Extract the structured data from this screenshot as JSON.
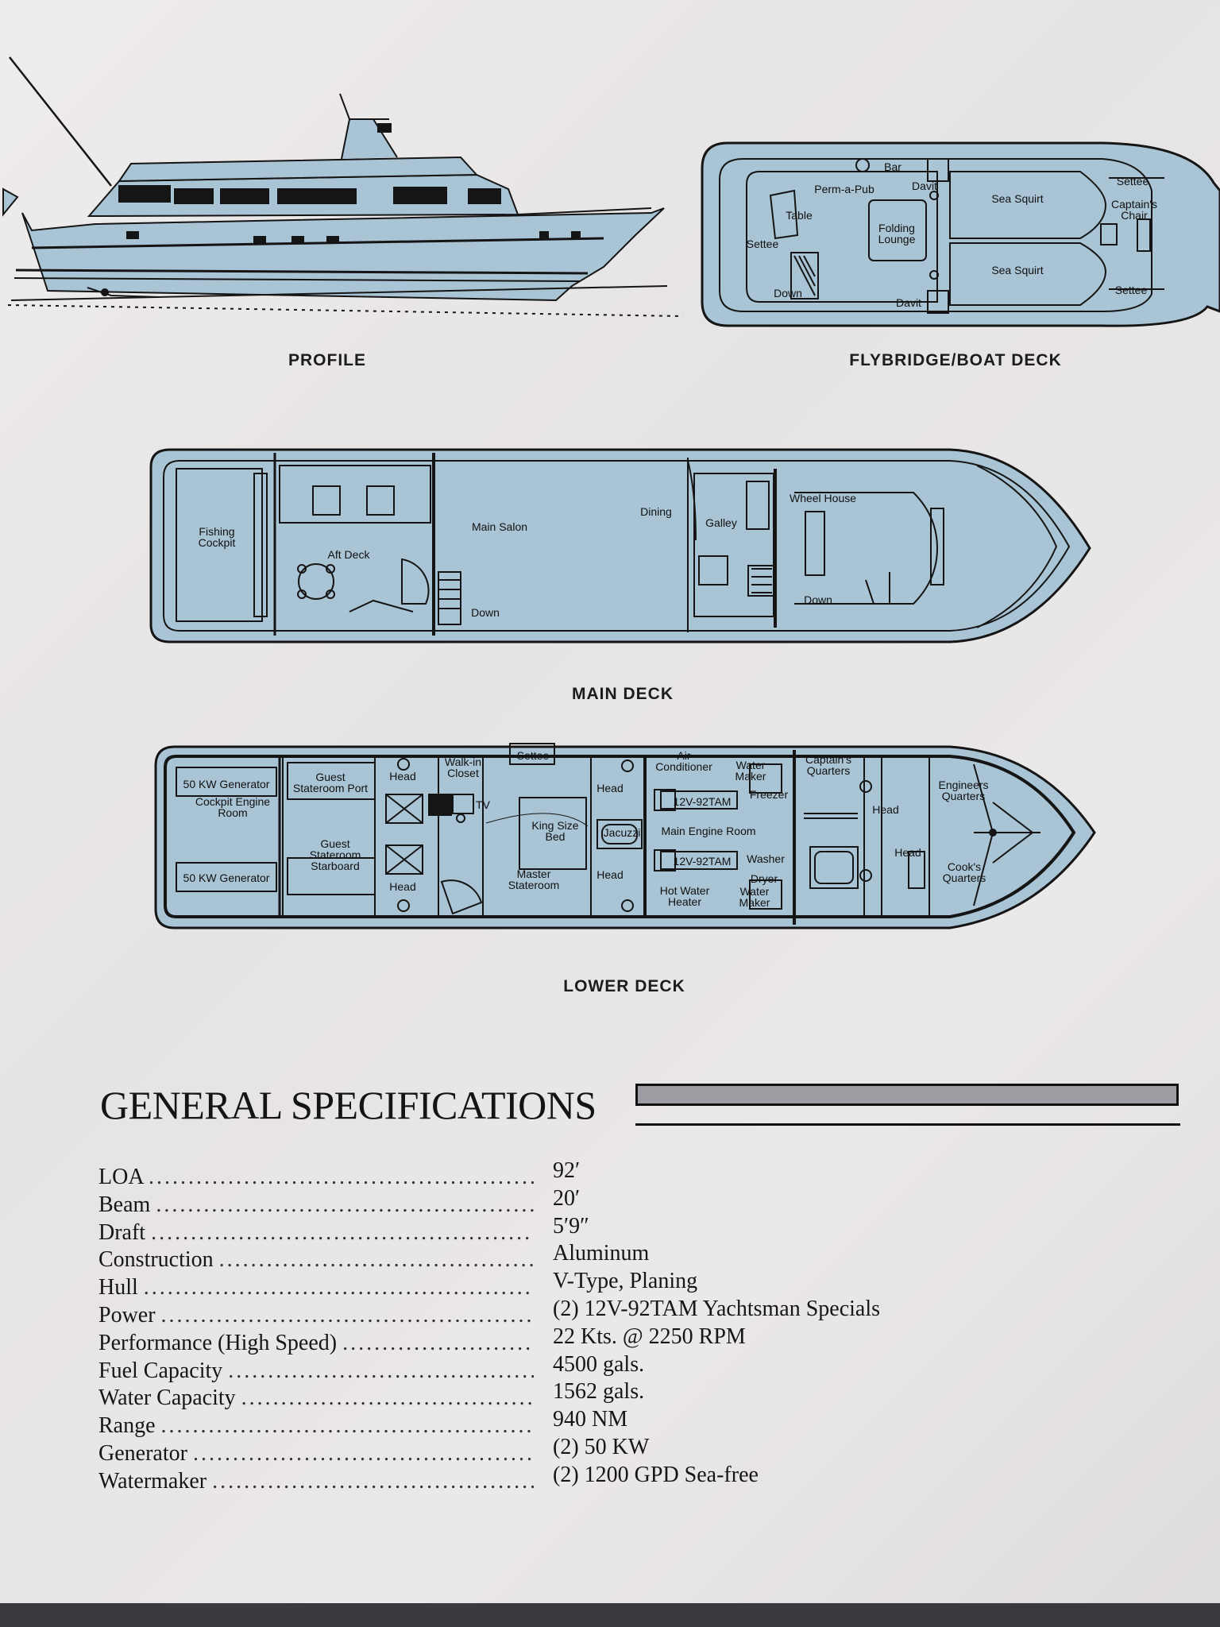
{
  "captions": {
    "profile": "PROFILE",
    "flybridge": "FLYBRIDGE/BOAT DECK",
    "main_deck": "MAIN DECK",
    "lower_deck": "LOWER DECK"
  },
  "flybridge_labels": {
    "bar": "Bar",
    "perm_a_pub": "Perm-a-Pub",
    "davit_top": "Davit",
    "sea_squirt_top": "Sea Squirt",
    "settee_right_top": "Settee",
    "captains_chair": "Captain's\nChair",
    "table": "Table",
    "folding_lounge": "Folding\nLounge",
    "settee_left": "Settee",
    "sea_squirt_bottom": "Sea Squirt",
    "settee_right_bottom": "Settee",
    "down": "Down",
    "davit_bottom": "Davit"
  },
  "main_deck_labels": {
    "fishing_cockpit": "Fishing\nCockpit",
    "aft_deck": "Aft Deck",
    "main_salon": "Main Salon",
    "dining": "Dining",
    "galley": "Galley",
    "wheel_house": "Wheel House",
    "down_left": "Down",
    "down_right": "Down"
  },
  "lower_deck_labels": {
    "generator_top": "50 KW Generator",
    "cockpit_engine_room": "Cockpit Engine\nRoom",
    "generator_bottom": "50 KW Generator",
    "guest_stateroom_port": "Guest\nStateroom Port",
    "guest_stateroom_starboard": "Guest\nStateroom\nStarboard",
    "head_1": "Head",
    "head_2": "Head",
    "walk_in_closet": "Walk-in\nCloset",
    "settee": "Settee",
    "tv": "TV",
    "king_size_bed": "King Size\nBed",
    "master_stateroom": "Master\nStateroom",
    "jacuzzi": "Jacuzzi",
    "head_3": "Head",
    "head_4": "Head",
    "air_conditioner": "Air\nConditioner",
    "water_maker_top": "Water\nMaker",
    "freezer": "Freezer",
    "engine_top": "12V-92TAM",
    "main_engine_room": "Main Engine Room",
    "engine_bottom": "12V-92TAM",
    "washer": "Washer",
    "dryer": "Dryer",
    "hot_water_heater": "Hot Water\nHeater",
    "water_maker_bottom": "Water\nMaker",
    "captains_quarters": "Captain's\nQuarters",
    "head_5": "Head",
    "head_6": "Head",
    "engineers_quarters": "Engineers\nQuarters",
    "cooks_quarters": "Cook's\nQuarters"
  },
  "specs": {
    "title": "GENERAL SPECIFICATIONS",
    "rows": [
      {
        "label": "LOA",
        "value": "92′"
      },
      {
        "label": "Beam",
        "value": "20′"
      },
      {
        "label": "Draft",
        "value": "5′9″"
      },
      {
        "label": "Construction",
        "value": "Aluminum"
      },
      {
        "label": "Hull",
        "value": "V-Type, Planing"
      },
      {
        "label": "Power",
        "value": "(2) 12V-92TAM Yachtsman Specials"
      },
      {
        "label": "Performance (High Speed)",
        "value": "22 Kts. @ 2250 RPM"
      },
      {
        "label": "Fuel Capacity",
        "value": "4500 gals."
      },
      {
        "label": "Water Capacity",
        "value": "1562 gals."
      },
      {
        "label": "Range",
        "value": " 940 NM"
      },
      {
        "label": "Generator",
        "value": "(2) 50 KW"
      },
      {
        "label": "Watermaker",
        "value": "(2) 1200 GPD Sea-free"
      }
    ]
  },
  "colors": {
    "deck_fill": "#a9c4d4",
    "line": "#151515",
    "paper": "#ebe8e8",
    "bar_gray": "#9c9ca2"
  }
}
